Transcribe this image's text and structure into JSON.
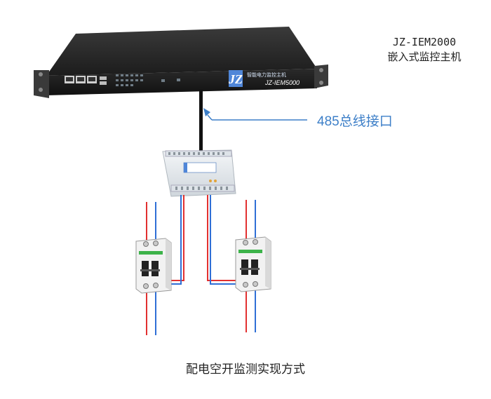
{
  "host": {
    "model": "JZ-IEM2000",
    "description": "嵌入式监控主机",
    "panel_logo": "JZ",
    "panel_brand": "智能电力监控主机",
    "panel_model": "JZ-IEM5000"
  },
  "bus": {
    "label": "485总线接口"
  },
  "caption": "配电空开监测实现方式",
  "colors": {
    "device_dark": "#2b2b2b",
    "accent_blue": "#3d7fc8",
    "wire_red": "#e23030",
    "wire_blue": "#2f6fd6",
    "breaker_body": "#f2f2f2",
    "breaker_green": "#3db34a"
  },
  "icons": [
    "rack-host-icon",
    "io-module-icon",
    "circuit-breaker-icon",
    "circuit-breaker-icon"
  ]
}
